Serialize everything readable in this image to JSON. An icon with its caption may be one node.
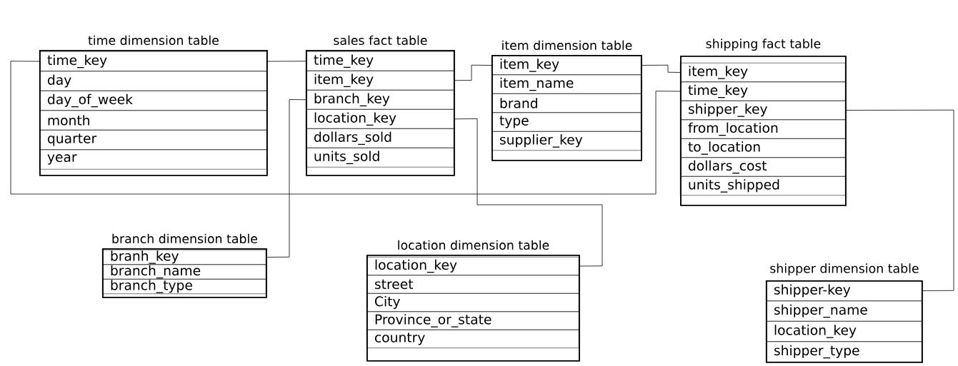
{
  "diagram": {
    "nodes": [
      {
        "text": [
          "time dimension table"
        ]
      },
      {
        "text": [
          "time_key"
        ],
        "in": 0
      },
      {
        "text": [
          "day"
        ],
        "in": 0
      },
      {
        "text": [
          "day_of_week"
        ],
        "in": 0
      },
      {
        "text": [
          "month"
        ],
        "in": 0
      },
      {
        "text": [
          "quarter"
        ],
        "in": 0
      },
      {
        "text": [
          "year"
        ],
        "in": 0
      },
      {
        "text": [
          "sales fact table"
        ]
      },
      {
        "text": [
          "time_key"
        ],
        "in": 7
      },
      {
        "text": [
          "item_key"
        ],
        "in": 7
      },
      {
        "text": [
          "branch_key"
        ],
        "in": 7
      },
      {
        "text": [
          "location_key"
        ],
        "in": 7
      },
      {
        "text": [
          "dollars_sold"
        ],
        "in": 7
      },
      {
        "text": [
          "units_sold"
        ],
        "in": 7
      },
      {
        "text": [
          "item dimension table"
        ]
      },
      {
        "text": [
          "item_key"
        ],
        "in": 14
      },
      {
        "text": [
          "item_name"
        ],
        "in": 14
      },
      {
        "text": [
          "brand"
        ],
        "in": 14
      },
      {
        "text": [
          "type"
        ],
        "in": 14
      },
      {
        "text": [
          "supplier_key"
        ],
        "in": 14
      },
      {
        "text": [
          "shipping fact table"
        ]
      },
      {
        "text": [
          "item_key"
        ],
        "in": 20
      },
      {
        "text": [
          "time_key"
        ],
        "in": 20
      },
      {
        "text": [
          "shipper_key"
        ],
        "in": 20
      },
      {
        "text": [
          "from_location"
        ],
        "in": 20
      },
      {
        "text": [
          "to_location"
        ],
        "in": 20
      },
      {
        "text": [
          "dollars_cost"
        ],
        "in": 20
      },
      {
        "text": [
          "units_shipped"
        ],
        "in": 20
      },
      {
        "text": [
          "branch dimension table"
        ]
      },
      {
        "text": [
          "branh_key"
        ],
        "in": 28
      },
      {
        "text": [
          "branch_name"
        ],
        "in": 28
      },
      {
        "text": [
          "branch_type"
        ],
        "in": 28
      },
      {
        "text": [
          "location dimension table"
        ]
      },
      {
        "text": [
          "location_key"
        ],
        "in": 32
      },
      {
        "text": [
          "street"
        ],
        "in": 32
      },
      {
        "text": [
          "City"
        ],
        "in": 32
      },
      {
        "text": [
          "Province_or_state"
        ],
        "in": 32
      },
      {
        "text": [
          "country"
        ],
        "in": 32
      },
      {
        "text": [
          "shipper dimension table"
        ]
      },
      {
        "text": [
          "shipper-key"
        ],
        "in": 38
      },
      {
        "text": [
          "shipper_name"
        ],
        "in": 38
      },
      {
        "text": [
          "location_key"
        ],
        "in": 38
      },
      {
        "text": [
          "shipper_type"
        ],
        "in": 38
      }
    ],
    "edges": [
      {
        "from": 1,
        "to": 8,
        "arrow": "none"
      },
      {
        "from": 9,
        "to": 15,
        "arrow": "none"
      },
      {
        "from": 15,
        "to": 21,
        "arrow": "none"
      },
      {
        "from": 1,
        "to": 22,
        "arrow": "none"
      },
      {
        "from": 10,
        "to": 29,
        "arrow": "none"
      },
      {
        "from": 11,
        "to": 33,
        "arrow": "none"
      },
      {
        "from": 23,
        "to": 39,
        "arrow": "none"
      }
    ]
  }
}
